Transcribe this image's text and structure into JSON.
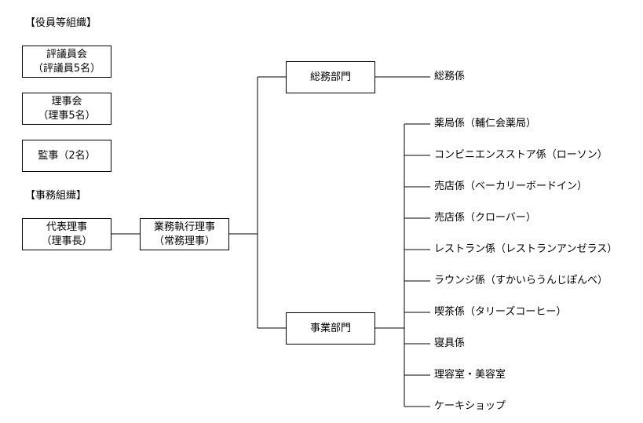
{
  "officers": {
    "heading": "【役員等組織】",
    "council": {
      "line1": "評議員会",
      "line2": "（評議員5名）"
    },
    "board": {
      "line1": "理事会",
      "line2": "（理事5名）"
    },
    "auditor": {
      "line1": "監事（2名）"
    }
  },
  "office": {
    "heading": "【事務組織】",
    "representative": {
      "line1": "代表理事",
      "line2": "（理事長）"
    },
    "executive": {
      "line1": "業務執行理事",
      "line2": "（常務理事）"
    },
    "general_affairs": {
      "label": "総務部門",
      "sections": [
        "総務係"
      ]
    },
    "business": {
      "label": "事業部門",
      "sections": [
        "薬局係（輔仁会薬局）",
        "コンビニエンスストア係（ローソン）",
        "売店係（ベーカリーボードイン）",
        "売店係（クローバー）",
        "レストラン係（レストランアンゼラス）",
        "ラウンジ係（すかいらうんじぽんべ）",
        "喫茶係（タリーズコーヒー）",
        "寝具係",
        "理容室・美容室",
        "ケーキショップ"
      ]
    }
  }
}
